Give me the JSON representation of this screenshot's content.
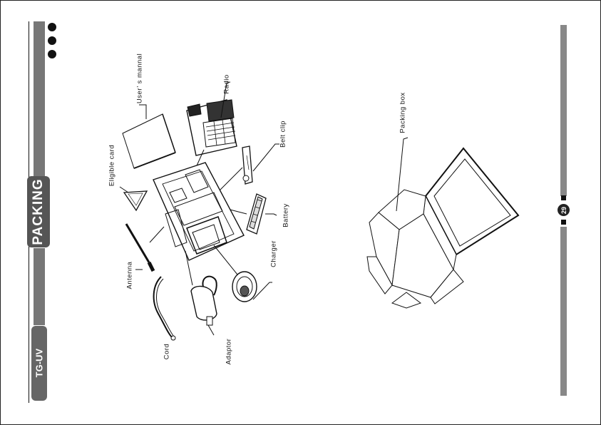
{
  "section": {
    "title": "PACKING",
    "model": "TG-UV"
  },
  "page_number": "29",
  "labels": {
    "users_manual": "User’ s mannal",
    "radio": "Radio",
    "eligible_card": "Eligible card",
    "belt_clip": "Belt clip",
    "battery": "Battery",
    "antenna": "Antenna",
    "charger": "Charger",
    "cord": "Cord",
    "adaptor": "Adaptor",
    "packing_box": "Packing box"
  }
}
